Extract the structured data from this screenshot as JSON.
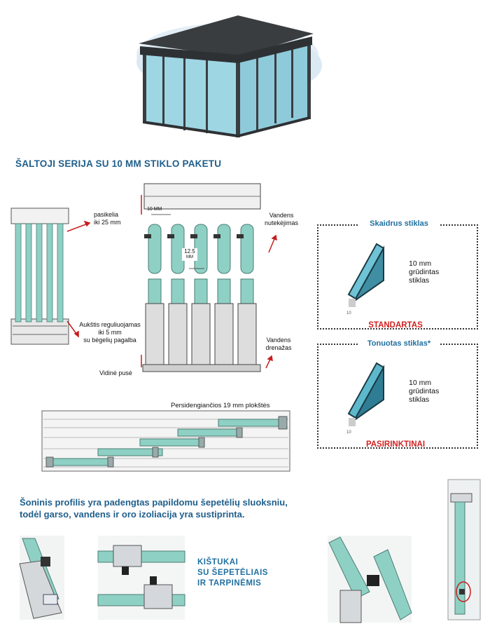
{
  "section_title": "ŠALTOJI SERIJA SU 10 MM STIKLO PAKETU",
  "labels": {
    "pasikelia_1": "pasikelia",
    "pasikelia_2": "iki 25 mm",
    "aukstis_1": "Aukštis reguliuojamas",
    "aukstis_2": "iki 5 mm",
    "aukstis_3": "su bėgelių pagalba",
    "vidine": "Vidinė pusė",
    "nutekejimas_1": "Vandens",
    "nutekejimas_2": "nutekėjimas",
    "drenazas_1": "Vandens",
    "drenazas_2": "drenažas",
    "dim_10mm": "10 MM",
    "dim_125_1": "12.5",
    "dim_125_2": "MM",
    "persidengiancios": "Persidengiančios 19 mm plokštės"
  },
  "panels": [
    {
      "title": "Skaidrus  stiklas",
      "note_1": "10 mm",
      "note_2": "grūdintas",
      "note_3": "stiklas",
      "tag": "STANDARTAS",
      "small": "10"
    },
    {
      "title": "Tonuotas stiklas*",
      "note_1": "10 mm",
      "note_2": "grūdintas",
      "note_3": "stiklas",
      "tag": "PASIRINKTINAI",
      "small": "10"
    }
  ],
  "side_text_1": "Šoninis profilis yra padengtas papildomu šepetėlių sluoksniu,",
  "side_text_2": "todėl garso, vandens ir oro izoliacija yra sustiprinta.",
  "plugs_1": "KIŠTUKAI",
  "plugs_2": "SU ŠEPETĖLIAIS",
  "plugs_3": "IR TARPINĖMIS",
  "colors": {
    "glass": "#8fd0c4",
    "frame": "#3a3d40",
    "title_blue": "#1f5f8b",
    "accent_red": "#d21f1f"
  }
}
